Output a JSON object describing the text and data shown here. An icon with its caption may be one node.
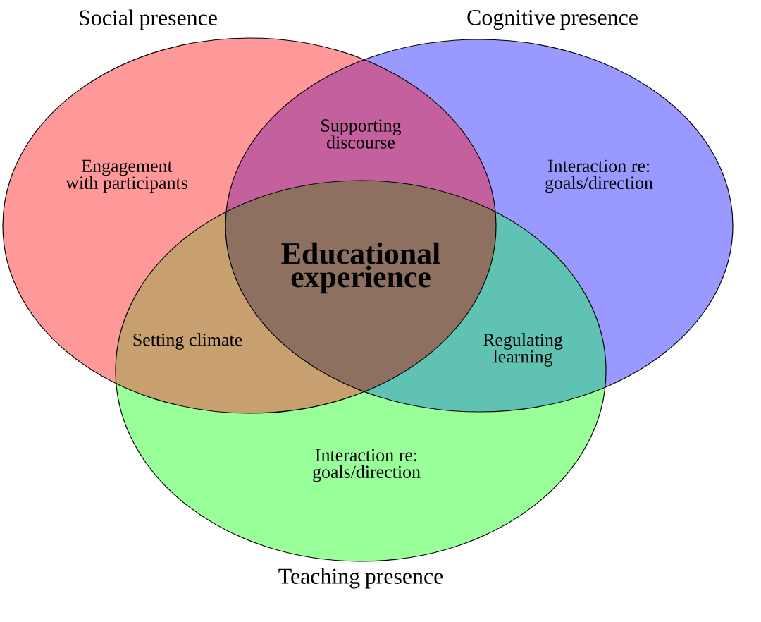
{
  "diagram": {
    "nodes": [
      {
        "text": [
          "Social presence",
          "Engagement with participants"
        ]
      },
      {
        "text": [
          "Cognitive presence",
          "Interaction re: goals/direction"
        ]
      },
      {
        "text": [
          "Interaction re: goals/direction",
          "Teaching presence"
        ]
      }
    ],
    "labels": [
      "Supporting discourse",
      "Educational experience",
      "Setting climate",
      "Regulating learning"
    ]
  }
}
